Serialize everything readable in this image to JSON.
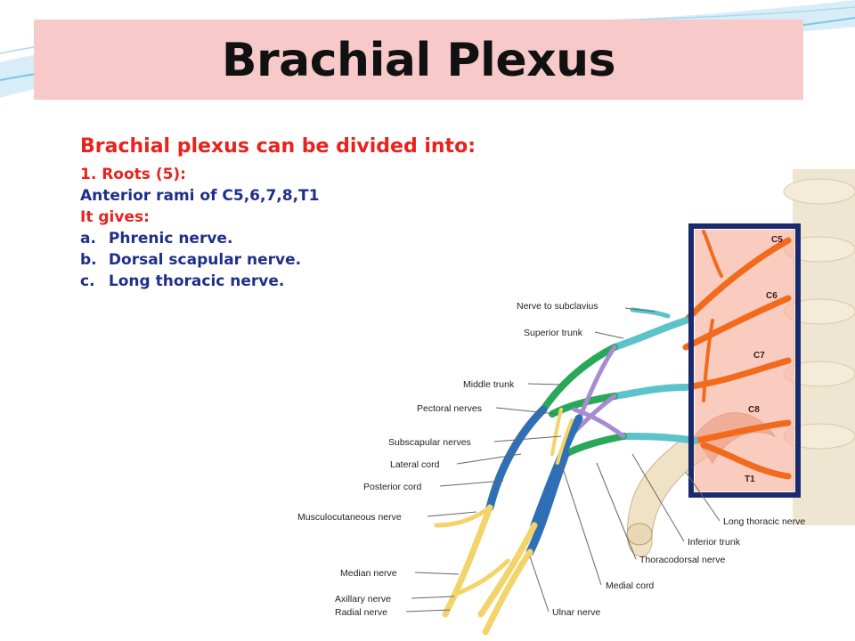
{
  "title": "Brachial Plexus",
  "content": {
    "heading": "Brachial plexus can be divided into:",
    "roots_line": "1. Roots (5):",
    "anterior_rami": "Anterior rami of C5,6,7,8,T1",
    "it_gives": "It gives:",
    "items": [
      {
        "marker": "a.",
        "text": "Phrenic nerve."
      },
      {
        "marker": "b.",
        "text": "Dorsal scapular nerve."
      },
      {
        "marker": "c.",
        "text": "Long thoracic nerve."
      }
    ]
  },
  "illustration": {
    "vertebra_labels": [
      "C5",
      "C6",
      "C7",
      "C8",
      "T1"
    ],
    "left_labels": [
      "Nerve to subclavius",
      "Superior trunk",
      "Middle trunk",
      "Pectoral nerves",
      "Subscapular nerves",
      "Lateral cord",
      "Posterior cord",
      "Musculocutaneous nerve",
      "Median nerve",
      "Axillary nerve",
      "Radial nerve"
    ],
    "right_labels": [
      "Long thoracic nerve",
      "Inferior trunk",
      "Thoracodorsal nerve",
      "Medial cord",
      "Ulnar nerve"
    ]
  },
  "colors": {
    "title_band": "#f8c9c9",
    "heading_red": "#e8231e",
    "text_blue": "#1f2f8a",
    "roots_orange": "#f26a1b",
    "trunk_teal": "#5bc3c9",
    "division_green": "#2aa85a",
    "cord_purple": "#a88bd0",
    "branch_blue": "#2f6fb5",
    "branch_yellow": "#f2d46a",
    "frame_navy": "#1a2a6c"
  }
}
